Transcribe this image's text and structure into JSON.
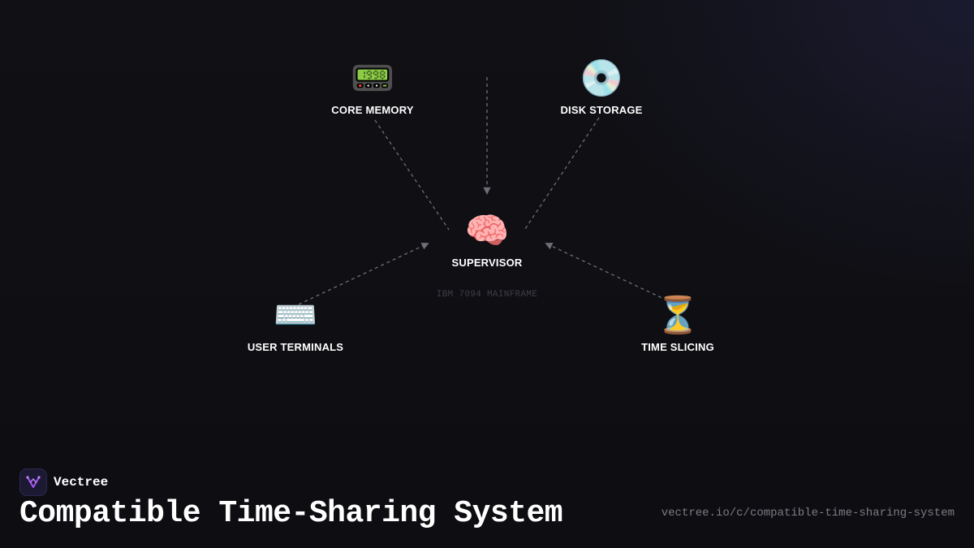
{
  "diagram": {
    "nodes": {
      "core_memory": {
        "icon": "pager-icon",
        "glyph": "📟",
        "label": "CORE MEMORY"
      },
      "disk_storage": {
        "icon": "disk-icon",
        "glyph": "💿",
        "label": "DISK STORAGE"
      },
      "supervisor": {
        "icon": "brain-icon",
        "glyph": "🧠",
        "label": "SUPERVISOR",
        "sublabel": "IBM 7094 MAINFRAME"
      },
      "user_terminals": {
        "icon": "keyboard-icon",
        "glyph": "⌨️",
        "label": "USER TERMINALS"
      },
      "time_slicing": {
        "icon": "hourglass-icon",
        "glyph": "⏳",
        "label": "TIME SLICING"
      }
    },
    "edges": [
      {
        "from": "core_memory",
        "to": "supervisor",
        "arrow": false
      },
      {
        "from": "disk_storage",
        "to": "supervisor",
        "arrow": false
      },
      {
        "from": "top",
        "to": "supervisor",
        "arrow": true
      },
      {
        "from": "user_terminals",
        "to": "supervisor",
        "arrow": true
      },
      {
        "from": "time_slicing",
        "to": "supervisor",
        "arrow": true
      }
    ],
    "edge_color": "#6e6e76"
  },
  "footer": {
    "brand_name": "Vectree",
    "title": "Compatible Time-Sharing System",
    "url": "vectree.io/c/compatible-time-sharing-system"
  },
  "colors": {
    "background": "#0f0f13",
    "text": "#ffffff",
    "muted": "#7a7a82",
    "brand_accent": "#a855f7"
  }
}
